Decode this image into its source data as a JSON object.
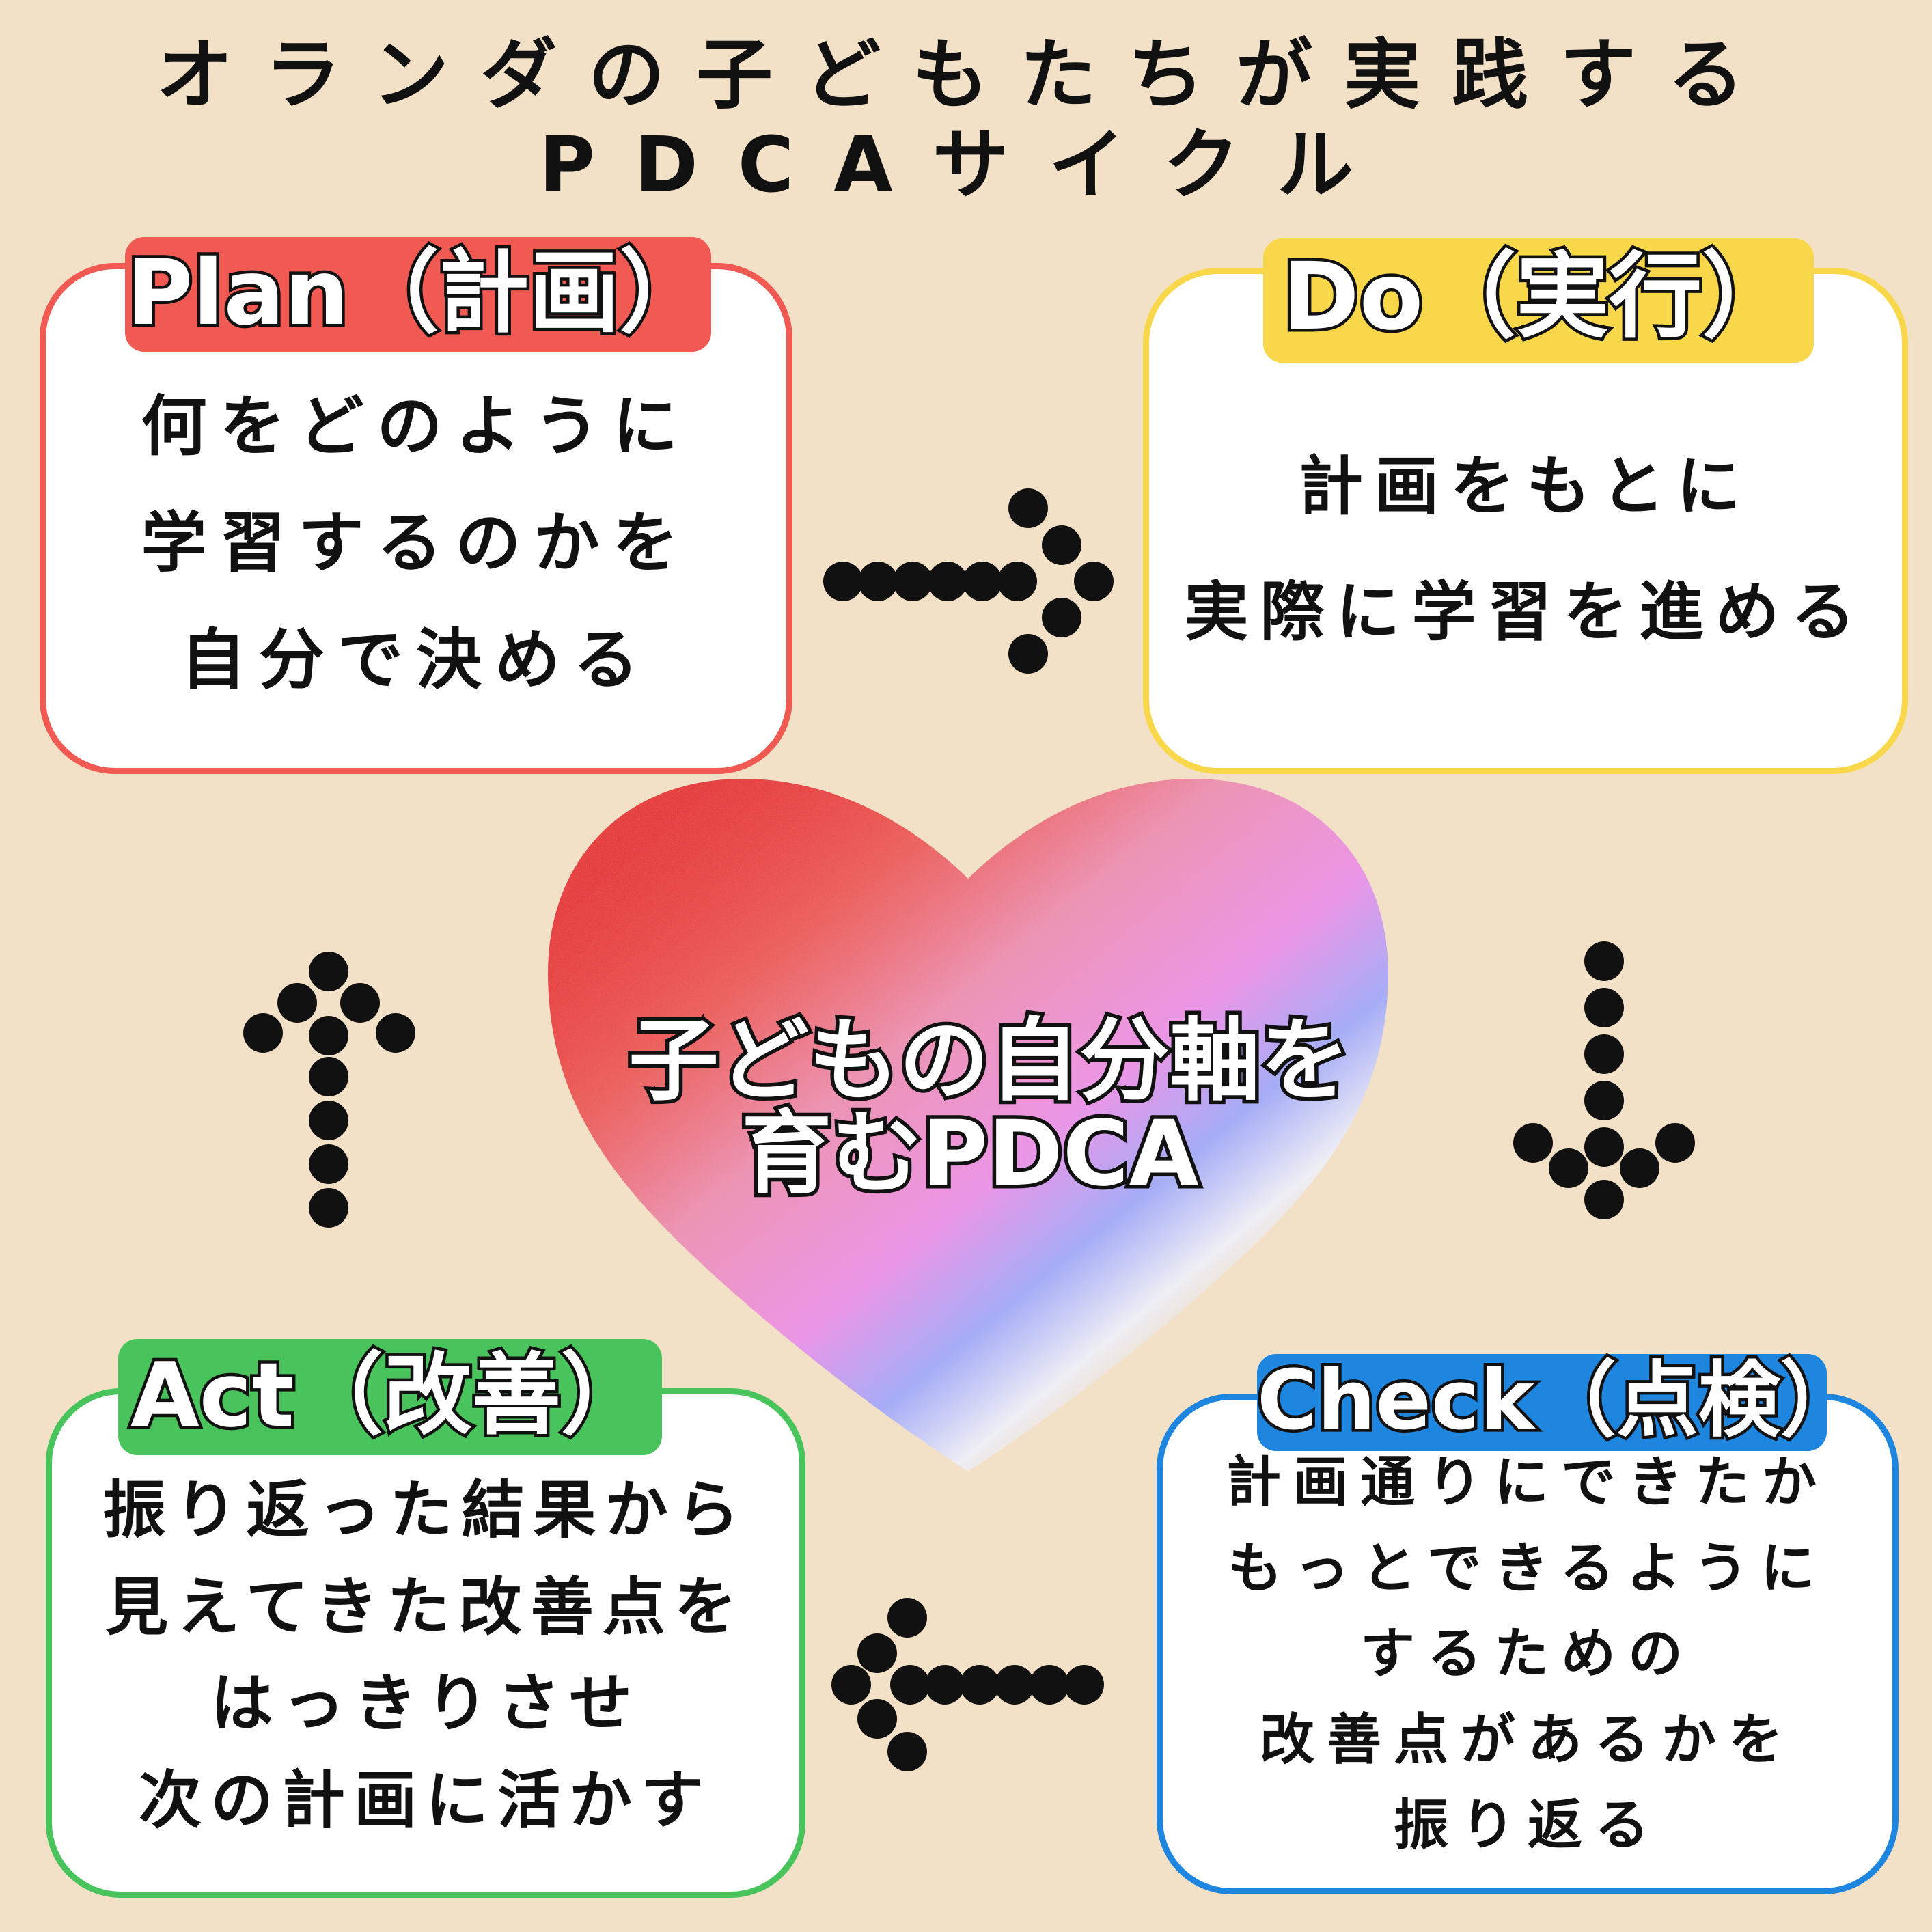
{
  "title": {
    "line1": "オランダの子どもたちが実践する",
    "line2": "PDCAサイクル"
  },
  "center": {
    "line1": "子どもの自分軸を",
    "line2": "育むPDCA"
  },
  "plan": {
    "label": "Plan（計画）",
    "lines": [
      "何をどのように",
      "学習するのかを",
      "自分で決める"
    ]
  },
  "do": {
    "label": "Do（実行）",
    "lines": [
      "計画をもとに",
      "実際に学習を進める"
    ]
  },
  "check": {
    "label": "Check（点検）",
    "lines": [
      "計画通りにできたか",
      "もっとできるように",
      "するための",
      "改善点があるかを",
      "振り返る"
    ]
  },
  "act": {
    "label": "Act（改善）",
    "lines": [
      "振り返った結果から",
      "見えてきた改善点を",
      "はっきりさせ",
      "次の計画に活かす"
    ]
  },
  "colors": {
    "background": "#f3e1c7",
    "plan": "#f15953",
    "do": "#f8d84a",
    "check": "#1f86e0",
    "act": "#49c45c",
    "dot_arrow": "#111111"
  },
  "arrows": {
    "plan_to_do": "dot-arrow-right-icon",
    "do_to_check": "dot-arrow-down-icon",
    "check_to_act": "dot-arrow-left-icon",
    "act_to_plan": "dot-arrow-up-icon"
  }
}
